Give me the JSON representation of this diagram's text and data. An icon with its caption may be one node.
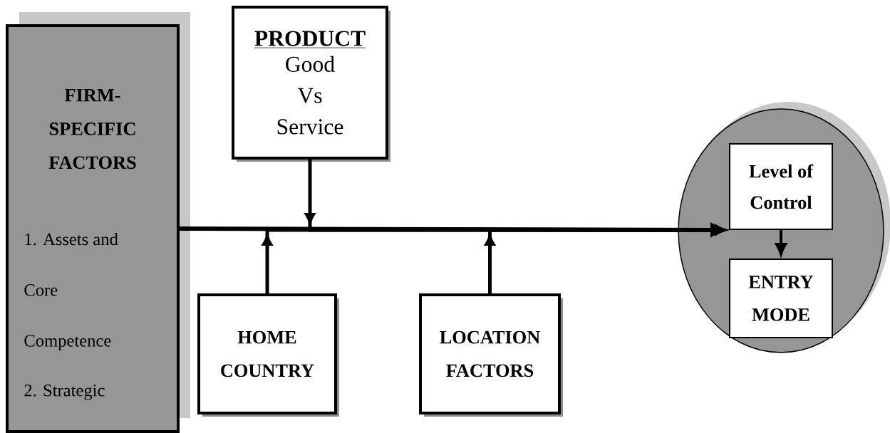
{
  "diagram": {
    "nodes": [
      {
        "text": [
          "FIRM- SPECIFIC FACTORS",
          "1. Assets and Core Competence",
          "2. Strategic"
        ]
      },
      {
        "text": [
          "PRODUCT",
          "Good Vs Service"
        ]
      },
      {
        "text": [
          "HOME COUNTRY"
        ]
      },
      {
        "text": [
          "LOCATION FACTORS"
        ]
      },
      {
        "text": [],
        "shape": "circle"
      },
      {
        "text": [
          "Level of Control"
        ],
        "in": 4
      },
      {
        "text": [
          "ENTRY MODE"
        ],
        "in": 4
      }
    ],
    "edges": [
      {
        "from": 0,
        "to": 5,
        "arrow": "to"
      },
      {
        "from": 1,
        "to": 5,
        "arrow": "to"
      },
      {
        "from": 2,
        "to": 5,
        "arrow": "to"
      },
      {
        "from": 3,
        "to": 5,
        "arrow": "to"
      },
      {
        "from": 5,
        "to": 6,
        "arrow": "to"
      }
    ]
  }
}
